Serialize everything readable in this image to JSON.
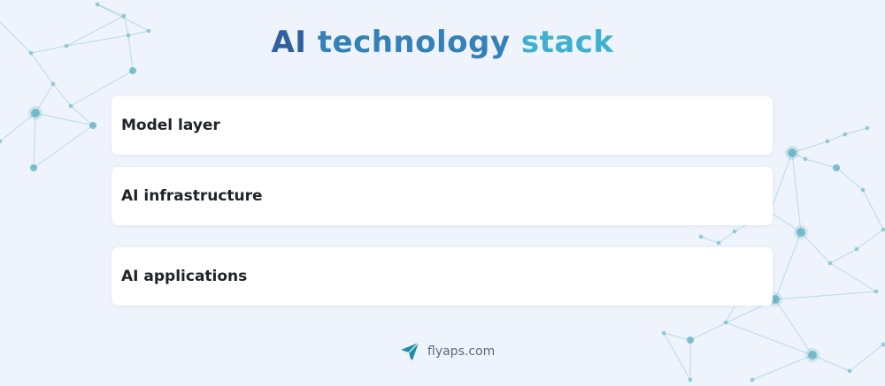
{
  "title": {
    "word1": "AI",
    "word2": "technology",
    "word3": "stack"
  },
  "layers": [
    {
      "label": "Model layer"
    },
    {
      "label": "AI infrastructure"
    },
    {
      "label": "AI applications"
    }
  ],
  "footer": {
    "brand": "flyaps.com",
    "icon": "paper-plane-icon"
  },
  "colors": {
    "background": "#eef3fc",
    "title_dark": "#2f5f9e",
    "title_mid": "#3480b8",
    "title_light": "#3fb0cf",
    "network": "#5aaec0"
  }
}
